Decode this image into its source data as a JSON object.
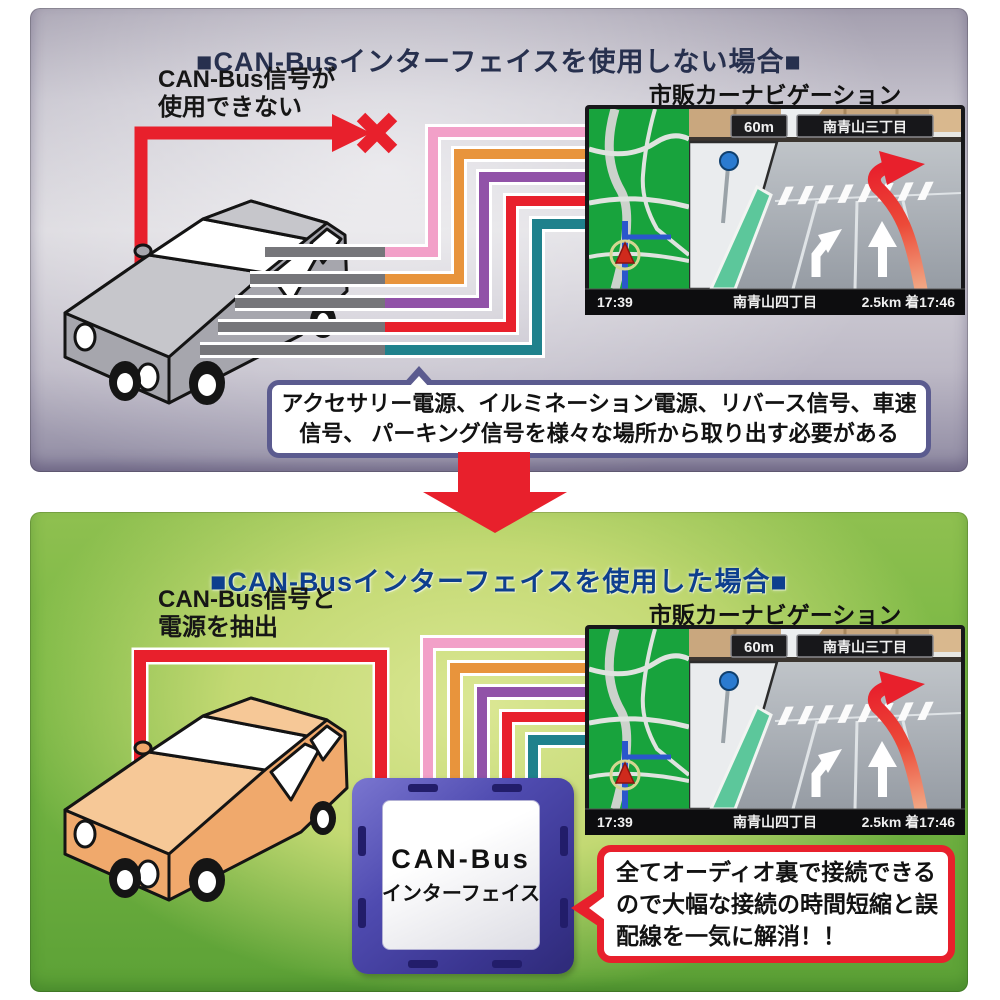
{
  "panel_top": {
    "title": "■CAN-Busインターフェイスを使用しない場合■",
    "signal_label": [
      "CAN-Bus信号が",
      "使用できない"
    ],
    "note": [
      "アクセサリー電源、イルミネーション電源、リバース信号、車速",
      "信号、 パーキング信号を様々な場所から取り出す必要がある"
    ]
  },
  "panel_bottom": {
    "title": "■CAN-Busインターフェイスを使用した場合■",
    "signal_label": [
      "CAN-Bus信号と",
      "電源を抽出"
    ],
    "interface_box": [
      "CAN-Bus",
      "インターフェイス"
    ],
    "bubble": [
      "全てオーディオ裏で接続できる",
      "ので大幅な接続の時間短縮と誤",
      "配線を一気に解消！！"
    ]
  },
  "navigation": {
    "label": "市販カーナビゲーション",
    "distance_badge": "60m",
    "destination_badge": "南青山三丁目",
    "status_time": "17:39",
    "status_location": "南青山四丁目",
    "status_arrival": "2.5km 着17:46"
  },
  "icons": {
    "blocked": "x-mark-icon",
    "flow": "down-arrow-icon",
    "position": "triangle-position-marker-icon"
  },
  "colors": {
    "red": "#e8202c",
    "wire_pink": "#f2a0c8",
    "wire_orange": "#e8943c",
    "wire_purple": "#9152a8",
    "wire_red": "#e8202c",
    "wire_teal": "#1f818c",
    "wire_gray": "#76767a",
    "top_title_text": "#27304e",
    "bottom_title_text": "#0e3f8e",
    "note_border": "#5b5b8f",
    "interface_box": "#4f4bb0",
    "nav_map_green": "#18a33d"
  }
}
